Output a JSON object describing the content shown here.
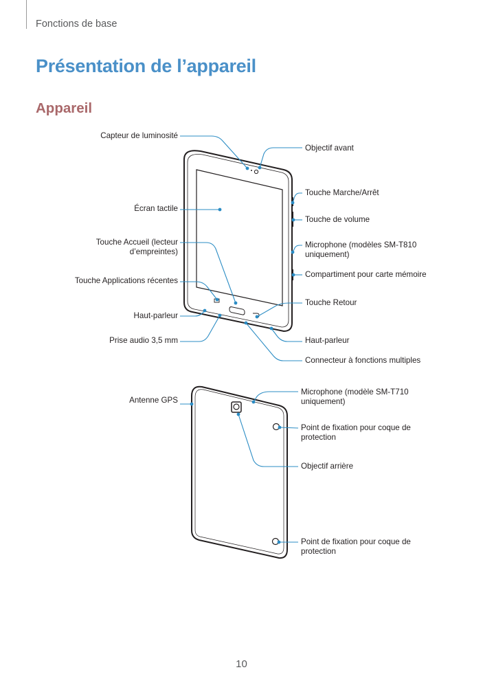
{
  "header": {
    "section": "Fonctions de base"
  },
  "title": "Présentation de l’appareil",
  "subtitle": "Appareil",
  "page_number": "10",
  "front_labels": {
    "light_sensor": "Capteur de luminosité",
    "touchscreen": "Écran tactile",
    "home_key_line1": "Touche Accueil (lecteur",
    "home_key_line2": "d’empreintes)",
    "recent_apps_key": "Touche Applications récentes",
    "speaker_left": "Haut-parleur",
    "audio_jack": "Prise audio 3,5 mm",
    "front_camera": "Objectif avant",
    "power_key": "Touche Marche/Arrêt",
    "volume_key": "Touche de volume",
    "microphone_line1": "Microphone (modèles SM-T810",
    "microphone_line2": "uniquement)",
    "memory_card_slot": "Compartiment pour carte mémoire",
    "back_key": "Touche Retour",
    "speaker_right": "Haut-parleur",
    "multipurpose_jack": "Connecteur à fonctions multiples"
  },
  "back_labels": {
    "gps_antenna": "Antenne GPS",
    "microphone_line1": "Microphone (modèle SM-T710",
    "microphone_line2": "uniquement)",
    "cover_attach_top_line1": "Point de fixation pour coque de",
    "cover_attach_top_line2": "protection",
    "rear_camera": "Objectif arrière",
    "cover_attach_bottom_line1": "Point de fixation pour coque de",
    "cover_attach_bottom_line2": "protection"
  },
  "colors": {
    "title": "#4a90c8",
    "subtitle": "#a9686a",
    "callout": "#2b8cc4"
  }
}
